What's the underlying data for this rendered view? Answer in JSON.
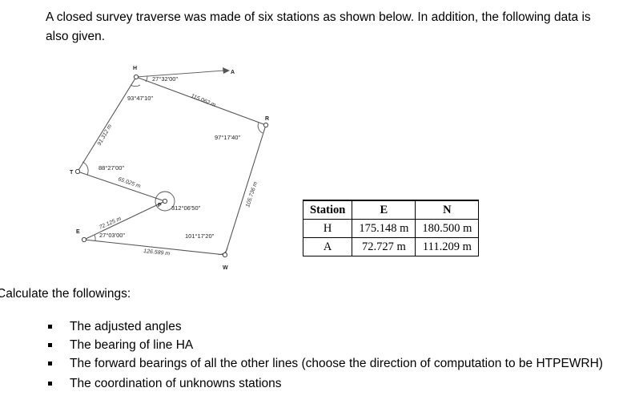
{
  "intro": "A closed survey traverse was made of six stations as shown below. In addition, the following data is also given.",
  "figure": {
    "stations": [
      "H",
      "A",
      "R",
      "T",
      "P",
      "E",
      "W"
    ],
    "angles": [
      "27°32'00\"",
      "93°47'10\"",
      "97°17'40\"",
      "88°27'00\"",
      "312°06'50\"",
      "27°03'00\"",
      "101°17'20\""
    ],
    "distances": [
      "115.062 m",
      "91.312 m",
      "65.025 m",
      "105.736 m",
      "72.125 m",
      "126.589 m"
    ]
  },
  "table": {
    "headers": [
      "Station",
      "E",
      "N"
    ],
    "rows": [
      [
        "H",
        "175.148 m",
        "180.500 m"
      ],
      [
        "A",
        "72.727 m",
        "111.209 m"
      ]
    ]
  },
  "calc_heading": "Calculate the followings:",
  "tasks": [
    "The adjusted angles",
    "The bearing of line HA",
    "The forward bearings of all the other lines (choose the direction of computation to be HTPEWRH)",
    "The coordination of unknowns stations"
  ]
}
